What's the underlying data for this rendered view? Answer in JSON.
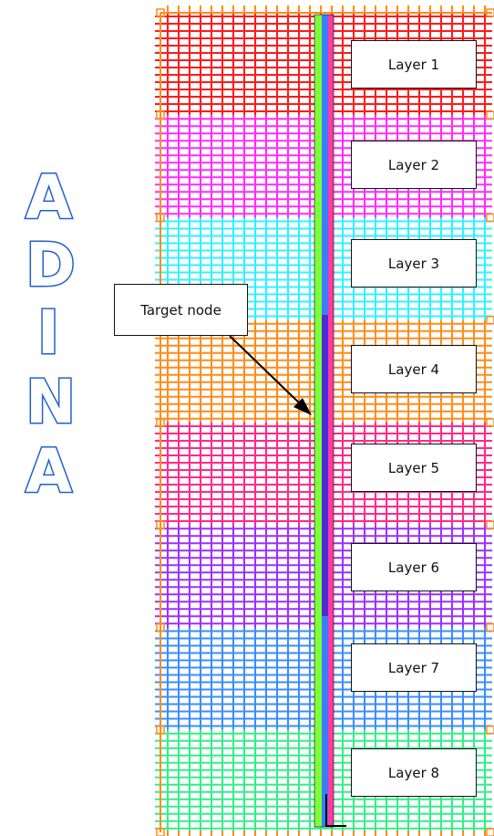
{
  "logo": {
    "text": "ADINA",
    "letters": [
      "A",
      "D",
      "I",
      "N",
      "A"
    ],
    "color": "#1f5fcf"
  },
  "layers": [
    {
      "label": "Layer 1",
      "color": "#ff1a1a"
    },
    {
      "label": "Layer 2",
      "color": "#ff2bff"
    },
    {
      "label": "Layer 3",
      "color": "#33f0ff"
    },
    {
      "label": "Layer 4",
      "color": "#ff8c1a"
    },
    {
      "label": "Layer 5",
      "color": "#ff2a8a"
    },
    {
      "label": "Layer 6",
      "color": "#9b30ff"
    },
    {
      "label": "Layer 7",
      "color": "#3a8cff"
    },
    {
      "label": "Layer 8",
      "color": "#33ee88"
    }
  ],
  "mesh_frame_color": "#ff8c1a",
  "column_colors": [
    "#7dff3a",
    "#3a7dff",
    "#ff3aa0"
  ],
  "annotation": {
    "label": "Target node",
    "arrow_color": "#000000"
  }
}
